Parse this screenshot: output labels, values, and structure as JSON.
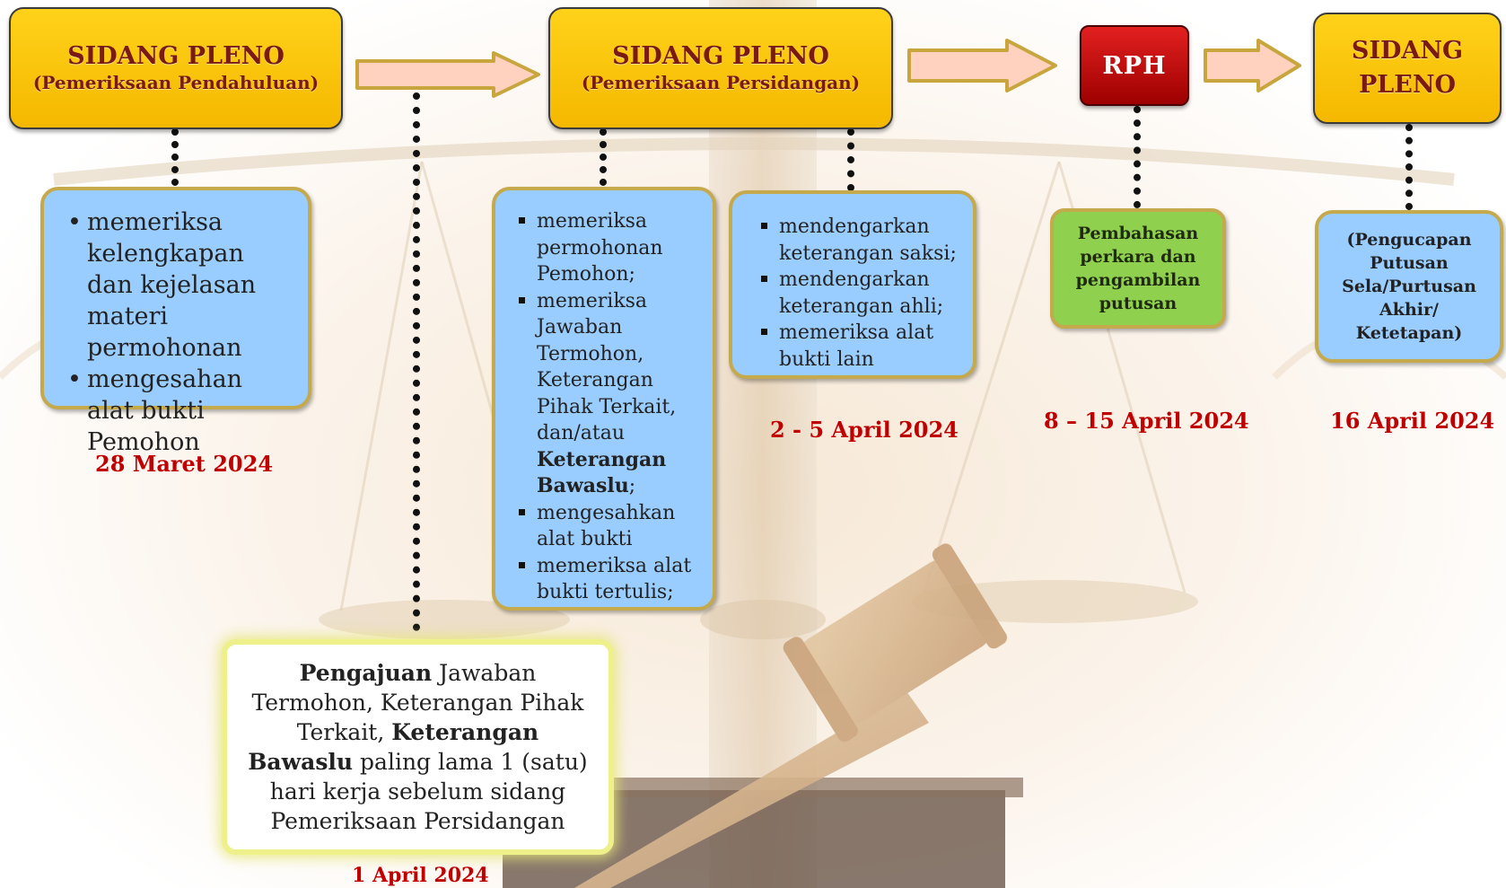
{
  "colors": {
    "date_red": "#c00000",
    "yellow_box": "#f5b800",
    "blue_box": "#99ccff",
    "green_box": "#8fd04f",
    "red_box": "#c00000",
    "box_border_gold": "#c5a94d",
    "arrow_fill": "#ffd2c0",
    "arrow_border": "#c9a63d"
  },
  "icons": {
    "background": "scales-of-justice-and-gavel-image"
  },
  "stages": {
    "pendahuluan": {
      "title": "SIDANG PLENO",
      "subtitle": "(Pemeriksaan Pendahuluan)"
    },
    "persidangan": {
      "title": "SIDANG PLENO",
      "subtitle": "(Pemeriksaan Persidangan)"
    },
    "rph": {
      "title": "RPH"
    },
    "putusan": {
      "title_line1": "SIDANG",
      "title_line2": "PLENO"
    }
  },
  "details": {
    "pendahuluan": {
      "items": [
        "memeriksa kelengkapan dan kejelasan materi permohonan",
        "mengesahan alat bukti Pemohon"
      ]
    },
    "persidangan_a": {
      "item1": "memeriksa permohonan Pemohon;",
      "item2_pre": "memeriksa Jawaban Termohon, Keterangan Pihak Terkait, dan/atau ",
      "item2_bold": "Keterangan Bawaslu",
      "item2_post": ";",
      "item3": "mengesahkan alat bukti",
      "item4": "memeriksa alat bukti tertulis;"
    },
    "persidangan_b": {
      "items": [
        "mendengarkan keterangan saksi;",
        "mendengarkan keterangan ahli;",
        "memeriksa alat bukti lain"
      ]
    },
    "rph": {
      "text": "Pembahasan perkara dan pengambilan putusan"
    },
    "putusan": {
      "text": "(Pengucapan Putusan Sela/Purtusan Akhir/ Ketetapan)"
    },
    "pengajuan": {
      "bold1": "Pengajuan",
      "text1": " Jawaban Termohon, Keterangan Pihak Terkait, ",
      "bold2": "Keterangan Bawaslu",
      "text2": " paling lama 1 (satu) hari kerja sebelum sidang Pemeriksaan Persidangan"
    }
  },
  "dates": {
    "pendahuluan": "28 Maret 2024",
    "pengajuan": "1 April 2024",
    "persidangan": "2 - 5 April 2024",
    "rph": "8 – 15  April 2024",
    "putusan": "16 April 2024"
  }
}
